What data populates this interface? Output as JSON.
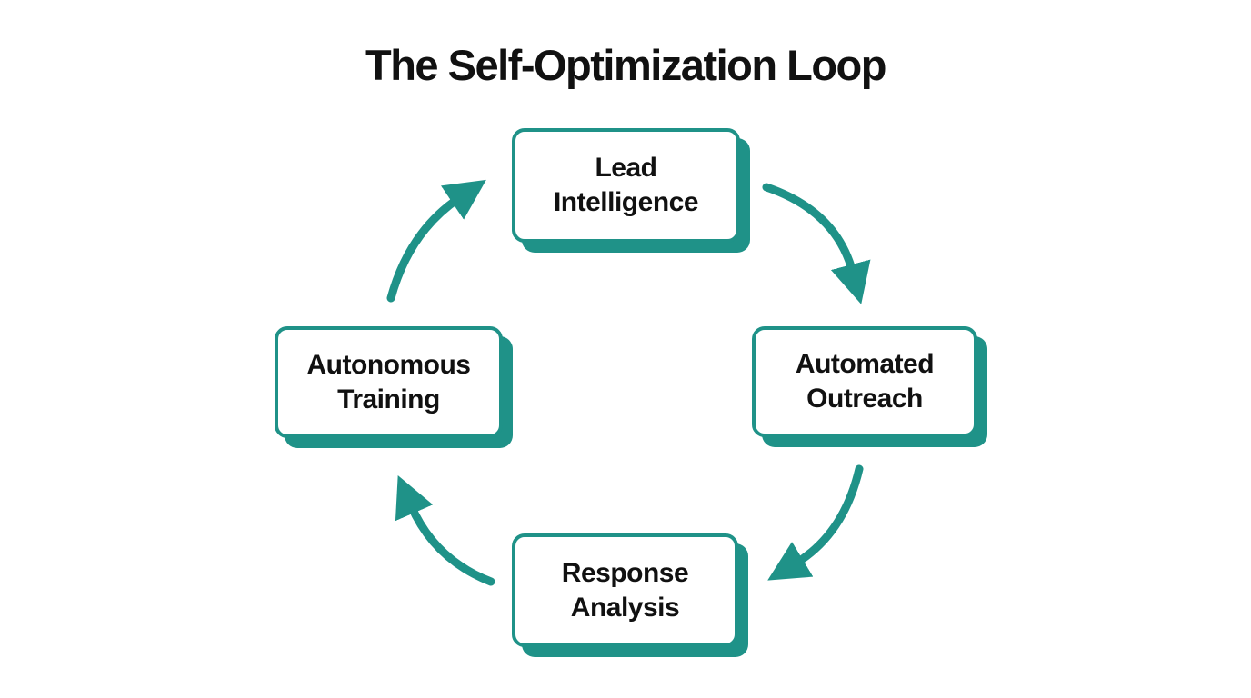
{
  "title": "The Self-Optimization Loop",
  "colors": {
    "accent": "#1F9288",
    "text": "#111111",
    "background": "#FFFFFF",
    "node_fill": "#FFFFFF"
  },
  "diagram": {
    "type": "cycle",
    "flow_direction": "clockwise",
    "nodes": [
      {
        "id": "lead-intelligence",
        "label": "Lead Intelligence",
        "position": "top"
      },
      {
        "id": "automated-outreach",
        "label": "Automated Outreach",
        "position": "right"
      },
      {
        "id": "response-analysis",
        "label": "Response Analysis",
        "position": "bottom"
      },
      {
        "id": "autonomous-training",
        "label": "Autonomous Training",
        "position": "left"
      }
    ],
    "edges": [
      {
        "from": "lead-intelligence",
        "to": "automated-outreach"
      },
      {
        "from": "automated-outreach",
        "to": "response-analysis"
      },
      {
        "from": "response-analysis",
        "to": "autonomous-training"
      },
      {
        "from": "autonomous-training",
        "to": "lead-intelligence"
      }
    ]
  }
}
